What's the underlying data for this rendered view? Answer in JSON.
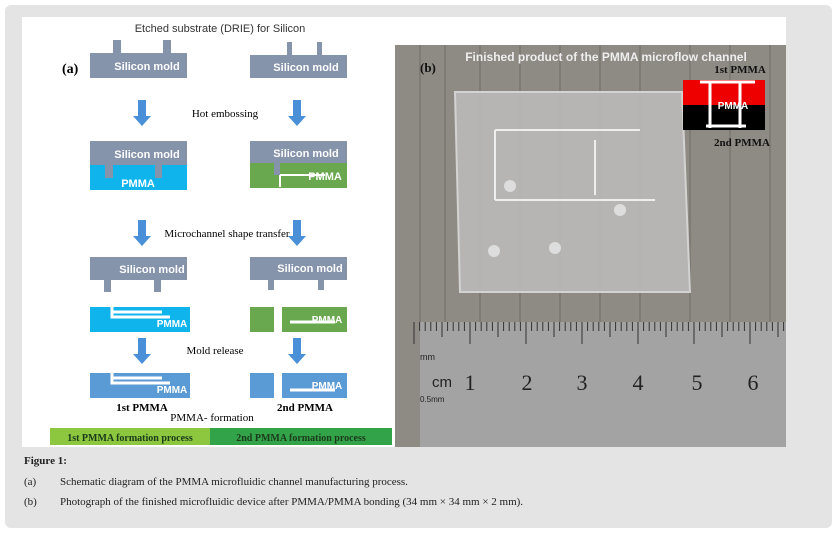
{
  "figure": {
    "panel_a": {
      "label": "(a)",
      "top_title": "Etched substrate (DRIE) for Silicon",
      "mold_label": "Silicon mold",
      "pmma_label": "PMMA",
      "step_hot_embossing": "Hot embossing",
      "step_transfer": "Microchannel shape transfer",
      "step_release": "Mold release",
      "first_pmma": "1st PMMA",
      "second_pmma": "2nd PMMA",
      "formation": "PMMA- formation",
      "bar_first": "1st PMMA formation process",
      "bar_second": "2nd PMMA formation process",
      "colors": {
        "mold": "#8593ab",
        "pmma_blue": "#10b4ec",
        "pmma_green": "#6aa84f",
        "arrow": "#4a90d9",
        "bar_light": "#8dc63f",
        "bar_dark": "#33a34a"
      }
    },
    "panel_b": {
      "label": "(b)",
      "title": "Finished product of the PMMA microflow channel",
      "inset_top": "1st PMMA",
      "inset_mid": "PMMA",
      "inset_bottom": "2nd PMMA",
      "ruler_unit": "cm",
      "ruler_mm": "mm",
      "ruler_small": "0.5mm",
      "ruler_numbers": [
        "1",
        "2",
        "3",
        "4",
        "5",
        "6"
      ]
    }
  },
  "caption": {
    "title": "Figure 1:",
    "items": [
      {
        "label": "(a)",
        "text": "Schematic diagram of the PMMA microfluidic channel manufacturing process."
      },
      {
        "label": "(b)",
        "text": "Photograph of the finished microfluidic device after PMMA/PMMA bonding (34 mm × 34 mm × 2 mm)."
      }
    ]
  }
}
